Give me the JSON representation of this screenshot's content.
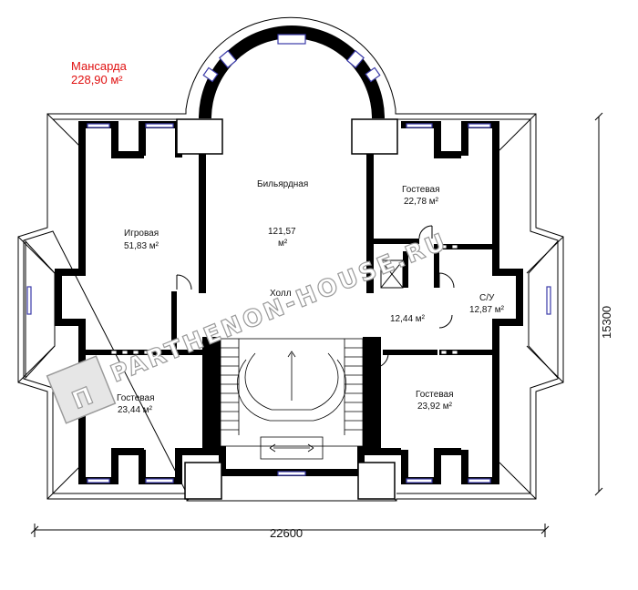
{
  "title": {
    "name": "Мансарда",
    "area": "228,90 м²"
  },
  "rooms": {
    "playroom": {
      "name": "Игровая",
      "area": "51,83 м²"
    },
    "billiard": {
      "name": "Бильярдная"
    },
    "billiard_hall_area": {
      "value": "121,57",
      "unit": "м²"
    },
    "hall": {
      "name": "Холл"
    },
    "hall_small_area": "12,44 м²",
    "guest_ne": {
      "name": "Гостевая",
      "area": "22,78 м²"
    },
    "bathroom": {
      "name": "С/У",
      "area": "12,87 м²"
    },
    "guest_sw": {
      "name": "Гостевая",
      "area": "23,44 м²"
    },
    "guest_se": {
      "name": "Гостевая",
      "area": "23,92 м²"
    }
  },
  "dimensions": {
    "width": "22600",
    "height": "15300"
  },
  "watermark": {
    "text": "PARTHENON-HOUSE.RU",
    "logo": "П"
  },
  "colors": {
    "wall": "#000000",
    "title": "#e01010",
    "window": "#3a3aa8",
    "watermark_outline": "#9a9a9a"
  }
}
